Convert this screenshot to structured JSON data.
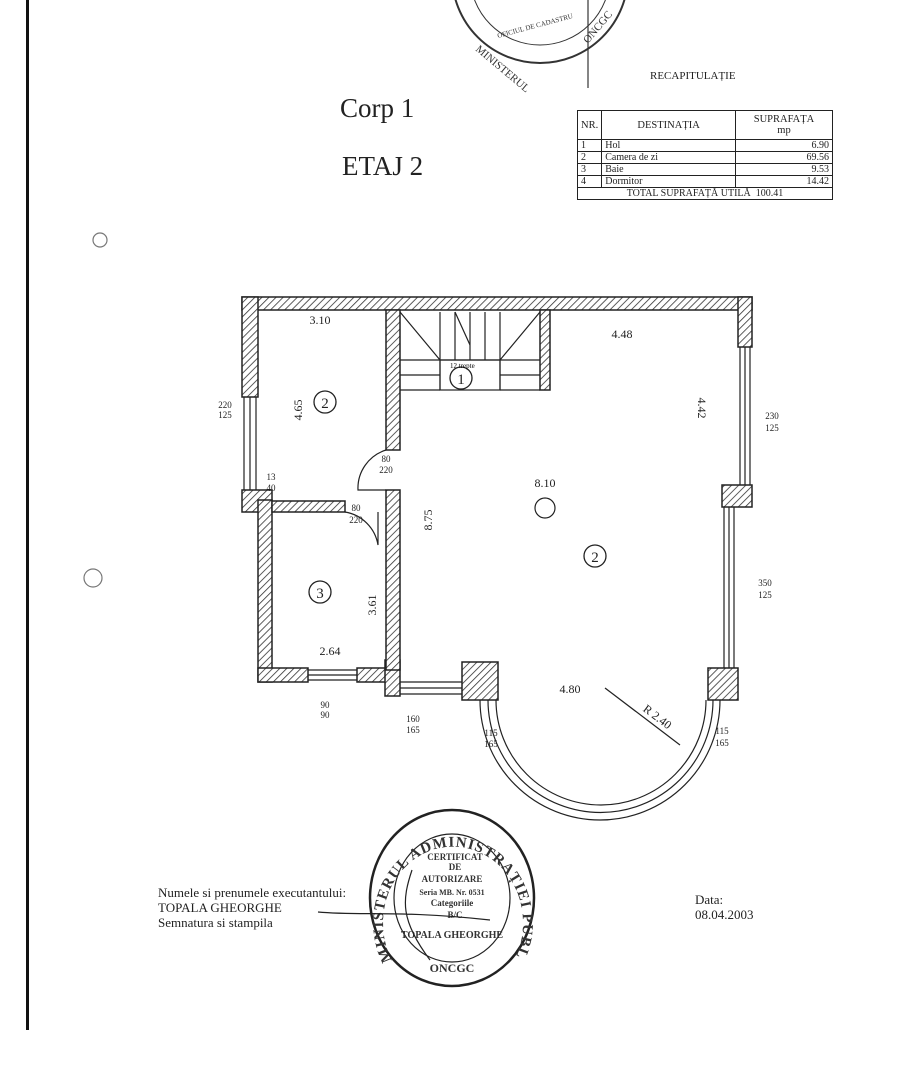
{
  "header": {
    "building": "Corp 1",
    "floor": "ETAJ 2"
  },
  "summary": {
    "title": "RECAPITULAȚIE",
    "columns": [
      "NR.",
      "DESTINAȚIA",
      "SUPRAFAȚA",
      "mp"
    ],
    "rows": [
      {
        "nr": "1",
        "name": "Hol",
        "area": "6.90"
      },
      {
        "nr": "2",
        "name": "Camera de zi",
        "area": "69.56"
      },
      {
        "nr": "3",
        "name": "Baie",
        "area": "9.53"
      },
      {
        "nr": "4",
        "name": "Dormitor",
        "area": "14.42"
      }
    ],
    "total_label": "TOTAL SUPRAFAȚĂ UTILĂ",
    "total_value": "100.41"
  },
  "plan": {
    "rooms": [
      "1",
      "2",
      "2",
      "3"
    ],
    "stairs_label": "12 trepte",
    "dimensions": [
      "3.10",
      "4.65",
      "4.48",
      "4.42",
      "8.10",
      "8.75",
      "3.61",
      "2.64",
      "4.80",
      "R 2.40"
    ],
    "openings": [
      [
        "220",
        "125"
      ],
      [
        "13",
        "40"
      ],
      [
        "80",
        "220"
      ],
      [
        "80",
        "220"
      ],
      [
        "230",
        "125"
      ],
      [
        "350",
        "125"
      ],
      [
        "90",
        "90"
      ],
      [
        "160",
        "165"
      ],
      [
        "115",
        "165"
      ],
      [
        "115",
        "165"
      ]
    ]
  },
  "footer": {
    "executor_label": "Numele si prenumele executantului:",
    "executor_name": "TOPALA GHEORGHE",
    "signature_label": "Semnatura si stampila",
    "date_label": "Data:",
    "date_value": "08.04.2003"
  },
  "stamps": {
    "top": [
      "MINISTERUL",
      "OFICIUL DE CADASTRU",
      "ONCGC"
    ],
    "bottom": [
      "MINISTERUL ADMINISTRAȚIEI PUBLICE",
      "ONCGC",
      "CERTIFICAT",
      "DE",
      "AUTORIZARE",
      "Seria MB. Nr. 0531",
      "Categoriile",
      "B/C",
      "TOPALA GHEORGHE"
    ]
  }
}
